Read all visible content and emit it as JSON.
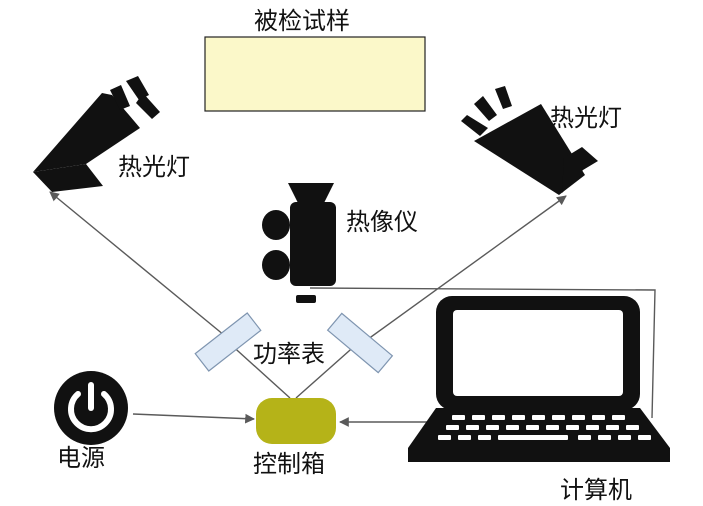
{
  "labels": {
    "specimen": "被检试样",
    "lamp_left": "热光灯",
    "lamp_right": "热光灯",
    "camera": "热像仪",
    "power_meter": "功率表",
    "power": "电源",
    "controller": "控制箱",
    "computer": "计算机"
  },
  "colors": {
    "specimen_fill": "#fbf8c9",
    "controller_fill": "#b5b318",
    "mirror_fill": "#dfeaf7",
    "mirror_stroke": "#7f95b0",
    "device": "#111111",
    "line": "#5a5a5a"
  },
  "icons": [
    "lamp-icon",
    "camera-icon",
    "power-icon",
    "laptop-icon"
  ]
}
